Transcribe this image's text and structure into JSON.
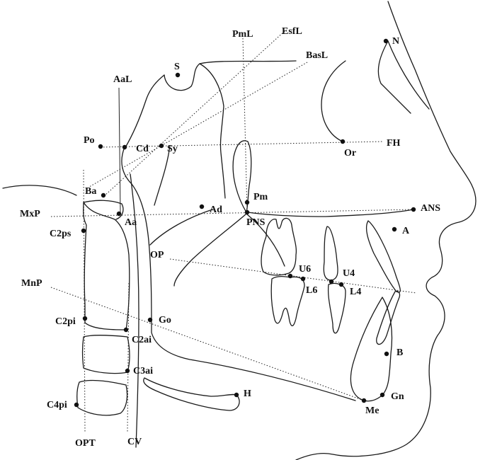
{
  "landmarks": [
    {
      "id": "N",
      "label": "N"
    },
    {
      "id": "S",
      "label": "S"
    },
    {
      "id": "Po",
      "label": "Po"
    },
    {
      "id": "Cd",
      "label": "Cd"
    },
    {
      "id": "Sy",
      "label": "Sy"
    },
    {
      "id": "Or",
      "label": "Or"
    },
    {
      "id": "Ba",
      "label": "Ba"
    },
    {
      "id": "Pm",
      "label": "Pm"
    },
    {
      "id": "Ad",
      "label": "Ad"
    },
    {
      "id": "ANS",
      "label": "ANS"
    },
    {
      "id": "PNS",
      "label": "PNS"
    },
    {
      "id": "Aa",
      "label": "Aa"
    },
    {
      "id": "C2ps",
      "label": "C2ps"
    },
    {
      "id": "A",
      "label": "A"
    },
    {
      "id": "U6",
      "label": "U6"
    },
    {
      "id": "U4",
      "label": "U4"
    },
    {
      "id": "L6",
      "label": "L6"
    },
    {
      "id": "L4",
      "label": "L4"
    },
    {
      "id": "C2pi",
      "label": "C2pi"
    },
    {
      "id": "Go",
      "label": "Go"
    },
    {
      "id": "C2ai",
      "label": "C2ai"
    },
    {
      "id": "C3ai",
      "label": "C3ai"
    },
    {
      "id": "B",
      "label": "B"
    },
    {
      "id": "Gn",
      "label": "Gn"
    },
    {
      "id": "Me",
      "label": "Me"
    },
    {
      "id": "H",
      "label": "H"
    },
    {
      "id": "C4pi",
      "label": "C4pi"
    }
  ],
  "reference_lines": [
    {
      "id": "PmL",
      "label": "PmL"
    },
    {
      "id": "EsfL",
      "label": "EsfL"
    },
    {
      "id": "BasL",
      "label": "BasL"
    },
    {
      "id": "AaL",
      "label": "AaL"
    },
    {
      "id": "FH",
      "label": "FH"
    },
    {
      "id": "MxP",
      "label": "MxP"
    },
    {
      "id": "OP",
      "label": "OP"
    },
    {
      "id": "MnP",
      "label": "MnP"
    },
    {
      "id": "OPT",
      "label": "OPT"
    },
    {
      "id": "CV",
      "label": "CV"
    }
  ]
}
